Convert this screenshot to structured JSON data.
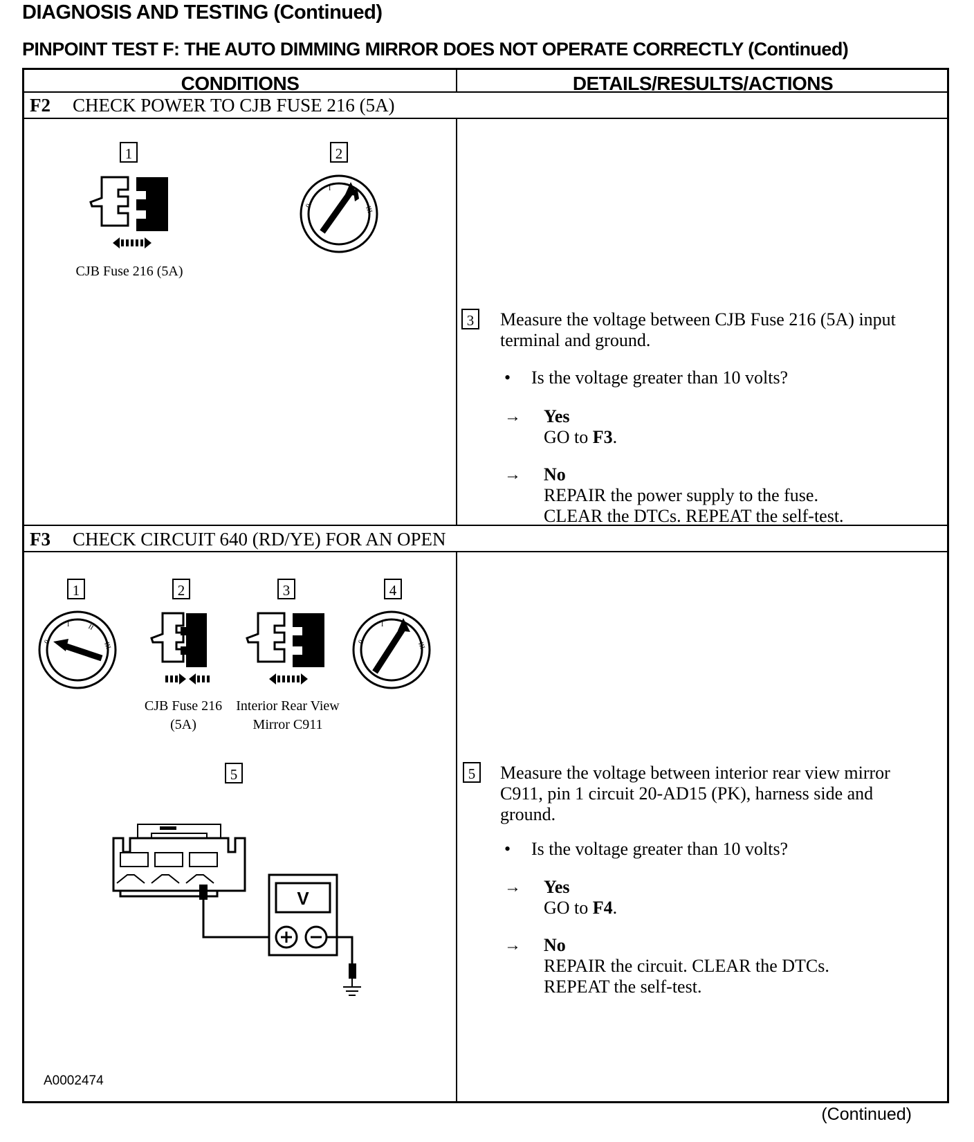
{
  "header": {
    "title": "DIAGNOSIS AND TESTING (Continued)",
    "test_title": "PINPOINT TEST F:  THE AUTO DIMMING MIRROR DOES NOT OPERATE CORRECTLY (Continued)"
  },
  "table": {
    "col_conditions": "CONDITIONS",
    "col_details": "DETAILS/RESULTS/ACTIONS"
  },
  "steps": [
    {
      "id": "F2",
      "title": "CHECK POWER TO CJB FUSE 216 (5A)",
      "callouts": [
        "1",
        "2"
      ],
      "captions": [
        "CJB Fuse 216 (5A)"
      ],
      "icons": [
        "fuse-remove-icon",
        "ignition-on-icon"
      ],
      "instruction_num": "3",
      "instruction": "Measure the voltage between CJB Fuse 216 (5A) input terminal and ground.",
      "question": "Is the voltage greater than 10 volts?",
      "results": [
        {
          "label": "Yes",
          "action_pre": "GO to ",
          "action_bold": "F3",
          "action_post": "."
        },
        {
          "label": "No",
          "action_lines": [
            "REPAIR the power supply to the fuse.",
            "CLEAR the DTCs. REPEAT the self-test."
          ]
        }
      ]
    },
    {
      "id": "F3",
      "title": "CHECK CIRCUIT 640 (RD/YE) FOR AN OPEN",
      "callouts": [
        "1",
        "2",
        "3",
        "4",
        "5"
      ],
      "captions": [
        "CJB Fuse 216\n(5A)",
        "Interior Rear View\nMirror C911"
      ],
      "icons": [
        "ignition-off-icon",
        "fuse-install-icon",
        "connector-disconnect-icon",
        "ignition-on-icon",
        "voltmeter-icon"
      ],
      "meter_label": "V",
      "instruction_num": "5",
      "instruction": "Measure the voltage between interior rear view mirror C911, pin 1 circuit 20-AD15 (PK), harness side and ground.",
      "question": "Is the voltage greater than 10 volts?",
      "results": [
        {
          "label": "Yes",
          "action_pre": "GO to ",
          "action_bold": "F4",
          "action_post": "."
        },
        {
          "label": "No",
          "action_lines": [
            "REPAIR the circuit. CLEAR the DTCs.",
            "REPEAT the self-test."
          ]
        }
      ]
    }
  ],
  "figure_id": "A0002474",
  "footer": "(Continued)",
  "glyphs": {
    "arrow": "→",
    "bullet": "•"
  }
}
